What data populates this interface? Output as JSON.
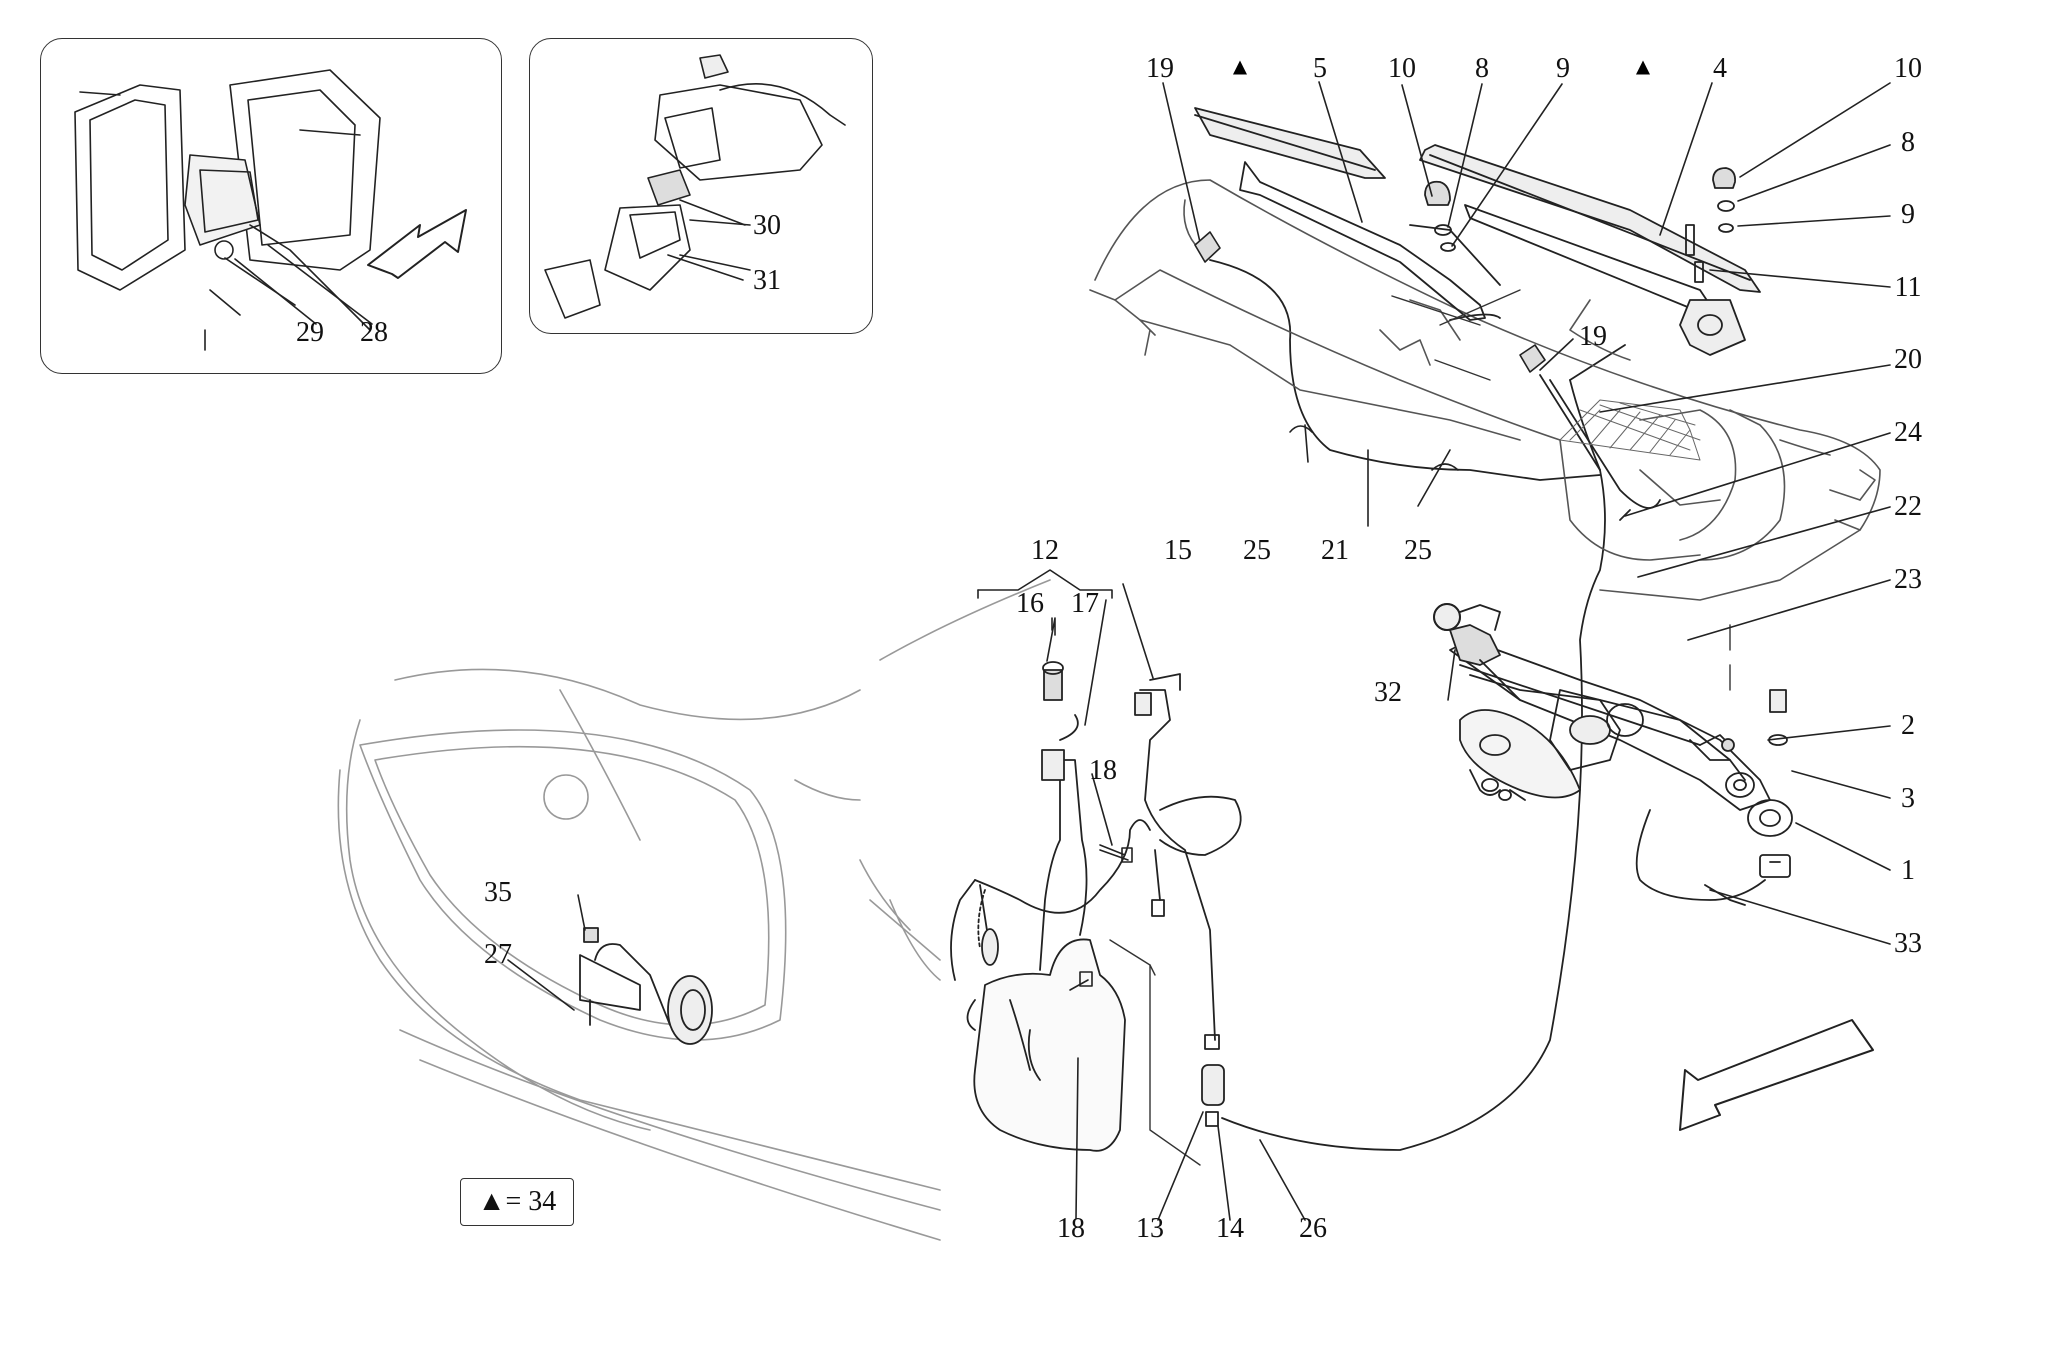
{
  "callouts": {
    "c19a": "19",
    "c5": "5",
    "c10a": "10",
    "c8a": "8",
    "c9a": "9",
    "c4": "4",
    "c10b": "10",
    "c8b": "8",
    "c9b": "9",
    "c11": "11",
    "c19b": "19",
    "c20": "20",
    "c24": "24",
    "c22": "22",
    "c23": "23",
    "c2": "2",
    "c3": "3",
    "c1": "1",
    "c33": "33",
    "c25a": "25",
    "c21": "21",
    "c25b": "25",
    "c32": "32",
    "c12": "12",
    "c16": "16",
    "c17": "17",
    "c15": "15",
    "c18a": "18",
    "c18b": "18",
    "c13": "13",
    "c14": "14",
    "c26": "26",
    "c35": "35",
    "c27": "27",
    "c29": "29",
    "c28": "28",
    "c30": "30",
    "c31": "31"
  },
  "markers": {
    "tri1": "▲",
    "tri2": "▲"
  },
  "legend": {
    "text": "▲= 34"
  }
}
